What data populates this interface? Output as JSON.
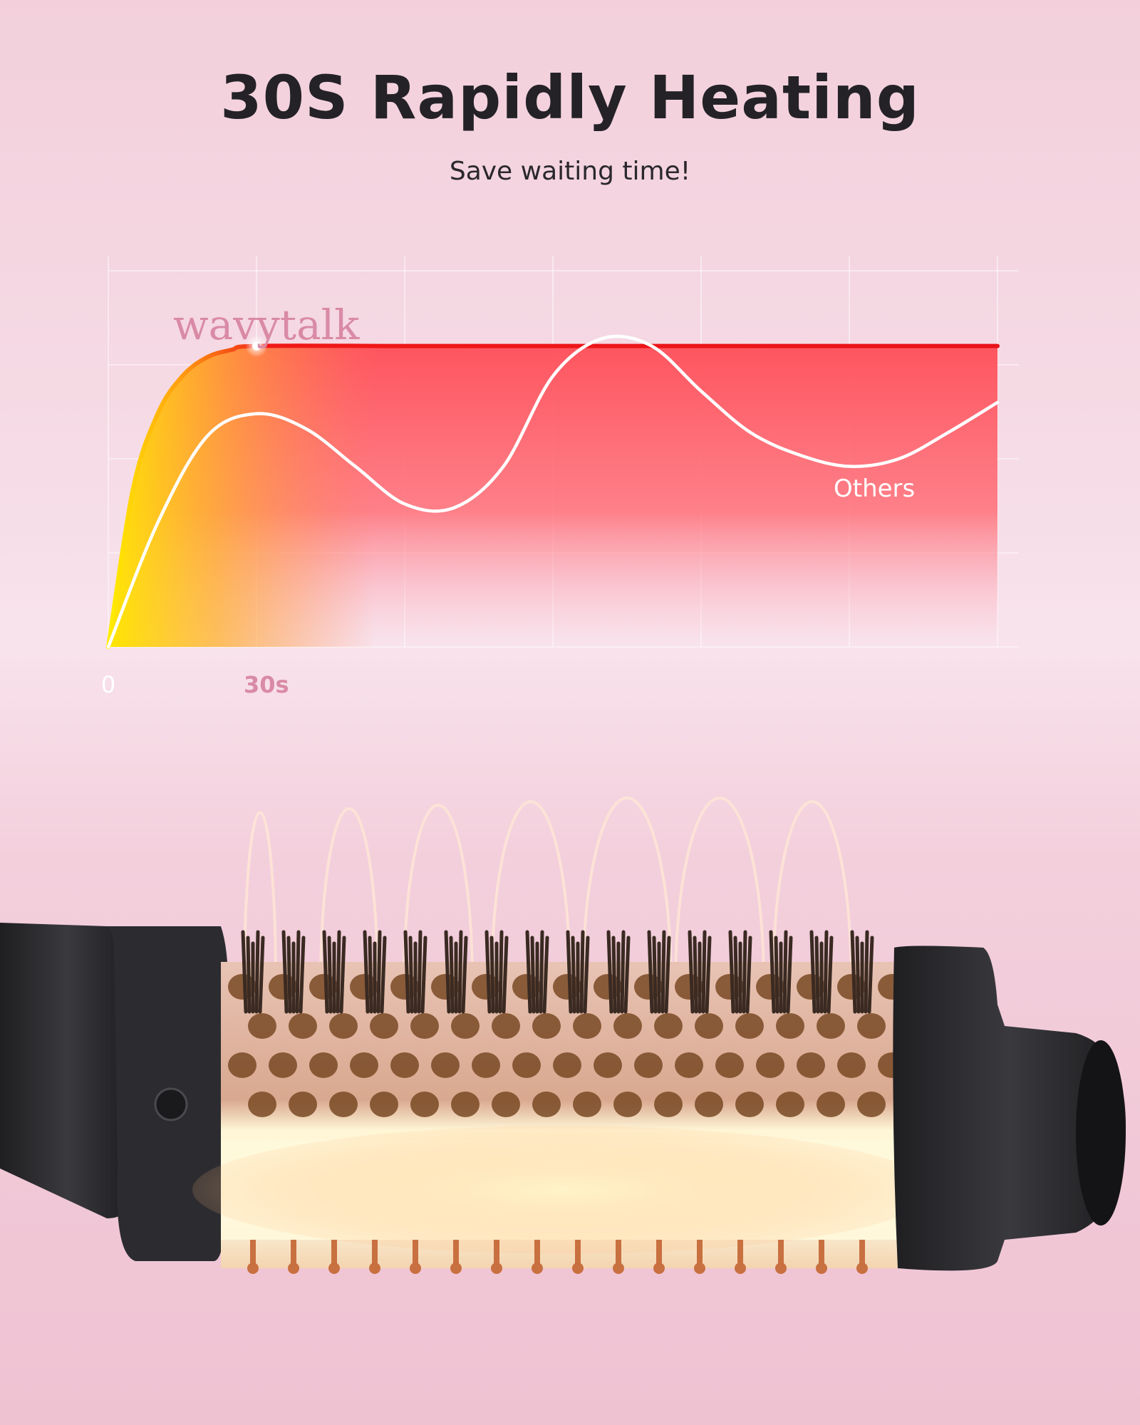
{
  "header": {
    "title": "30S Rapidly Heating",
    "subtitle": "Save waiting time!"
  },
  "chart_data": {
    "type": "line",
    "title": "",
    "xlabel": "",
    "ylabel": "",
    "x_tick_labels": [
      {
        "x": 0,
        "label": "0"
      },
      {
        "x": 30,
        "label": "30s"
      }
    ],
    "xlim": [
      0,
      180
    ],
    "ylim": [
      0,
      100
    ],
    "grid": true,
    "series": [
      {
        "name": "wavytalk",
        "color": "#e8131a",
        "x": [
          0,
          5,
          10,
          15,
          20,
          25,
          30,
          60,
          90,
          120,
          150,
          180
        ],
        "y": [
          0,
          42,
          62,
          72,
          77,
          79,
          80,
          80,
          80,
          80,
          80,
          80
        ]
      },
      {
        "name": "Others",
        "color": "#ffffff",
        "x": [
          0,
          10,
          20,
          30,
          40,
          50,
          60,
          70,
          80,
          90,
          100,
          110,
          120,
          130,
          140,
          150,
          160,
          170,
          180
        ],
        "y": [
          0,
          33,
          56,
          62,
          58,
          48,
          38,
          37,
          48,
          72,
          82,
          80,
          68,
          57,
          51,
          48,
          50,
          57,
          65
        ]
      }
    ],
    "highlight_point": {
      "x": 30,
      "y": 80
    }
  },
  "colors": {
    "background": "#f5d9e4",
    "title": "#242226",
    "brand_series": "#e8131a",
    "fill_top": "#ff6b73",
    "fill_left": "#ffe600",
    "brand_text": "#d98aa5",
    "tick_0": "#ffffff",
    "tick_30s": "#d98aa5"
  },
  "illustration": {
    "subject": "round-brush-icon"
  }
}
